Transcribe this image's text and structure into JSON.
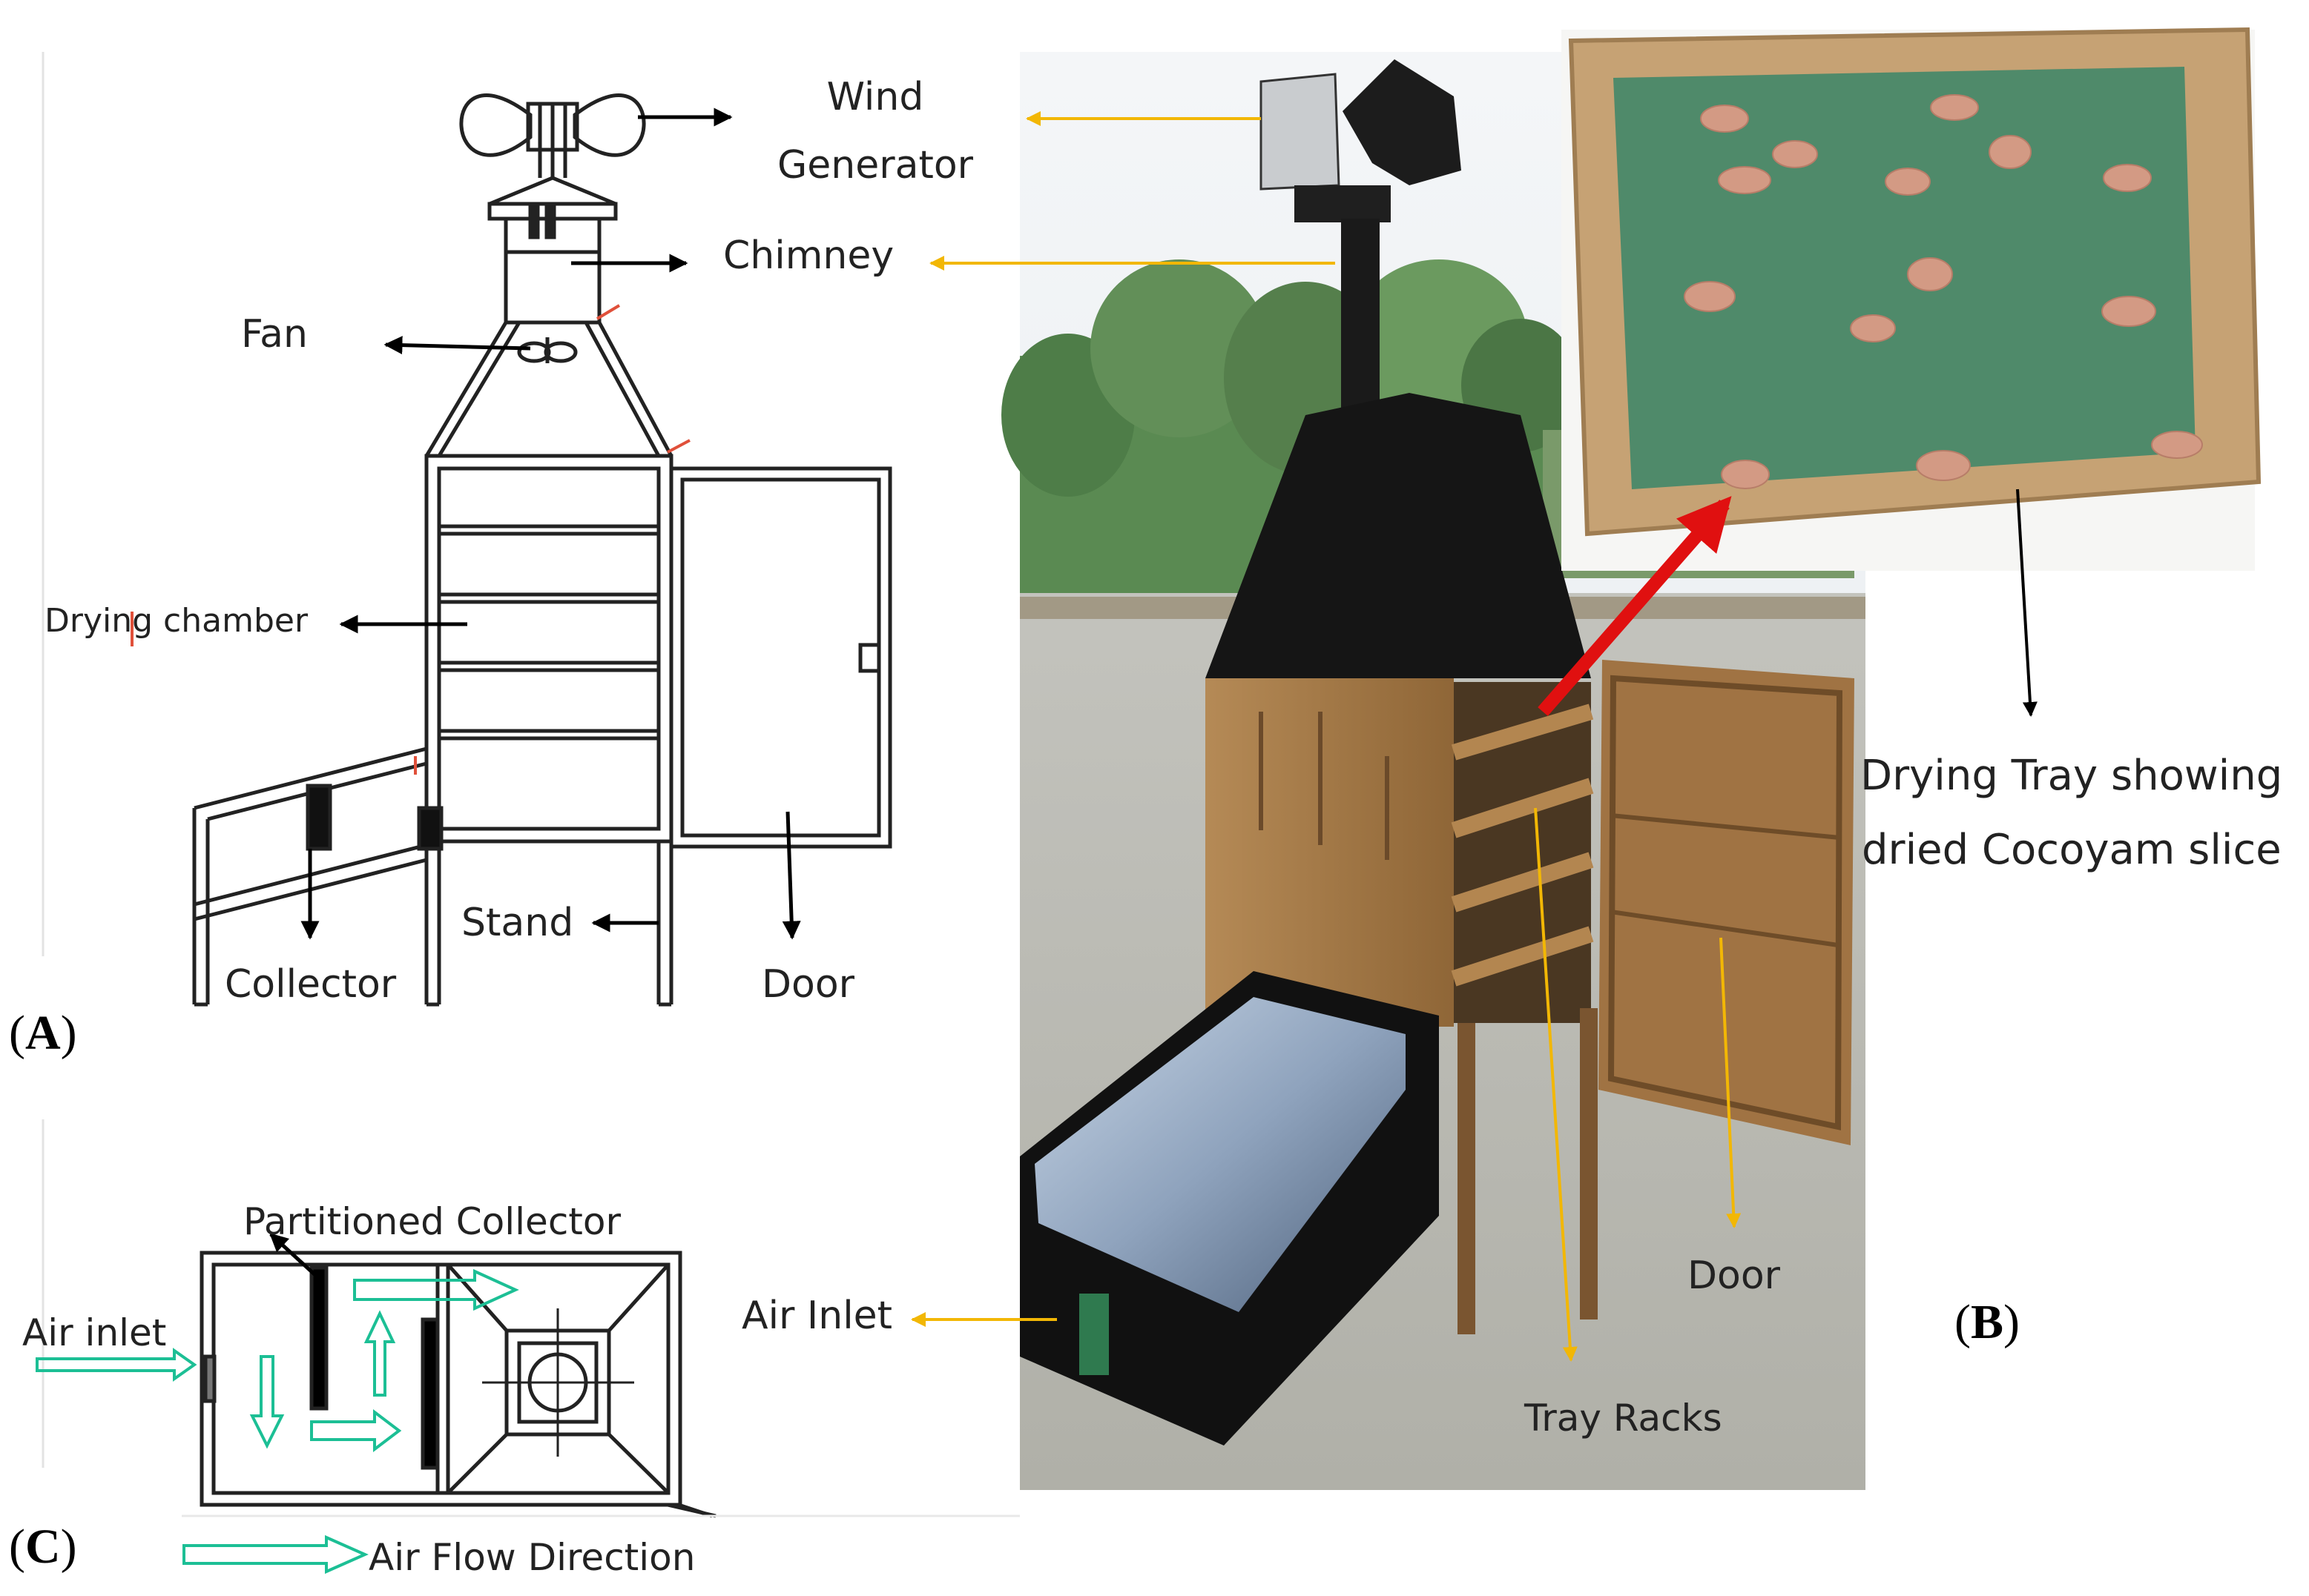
{
  "panels": {
    "a": {
      "open": "(",
      "letter": "A",
      "close": ")"
    },
    "b": {
      "open": "(",
      "letter": "B",
      "close": ")"
    },
    "c": {
      "open": "(",
      "letter": "C",
      "close": ")"
    }
  },
  "schematic_a": {
    "wind_generator_line1": "Wind",
    "wind_generator_line2": "Generator",
    "chimney": "Chimney",
    "fan": "Fan",
    "drying_chamber": "Drying chamber",
    "collector": "Collector",
    "stand": "Stand",
    "door": "Door"
  },
  "photo_b": {
    "air_inlet": "Air Inlet",
    "door": "Door",
    "tray_racks": "Tray Racks",
    "tray_caption_line1": "Drying Tray showing",
    "tray_caption_line2": "dried Cocoyam slice"
  },
  "top_view_c": {
    "partitioned_collector": "Partitioned Collector",
    "air_inlet": "Air inlet",
    "legend": "Air Flow Direction"
  },
  "colors": {
    "line": "#222222",
    "photo_arrow": "#f2b705",
    "flow_arrow": "#1cbf95",
    "tray_pointer": "#e01010",
    "tray_felt": "#4f8a6a",
    "wood": "#a67a48",
    "cover": "#151515"
  }
}
